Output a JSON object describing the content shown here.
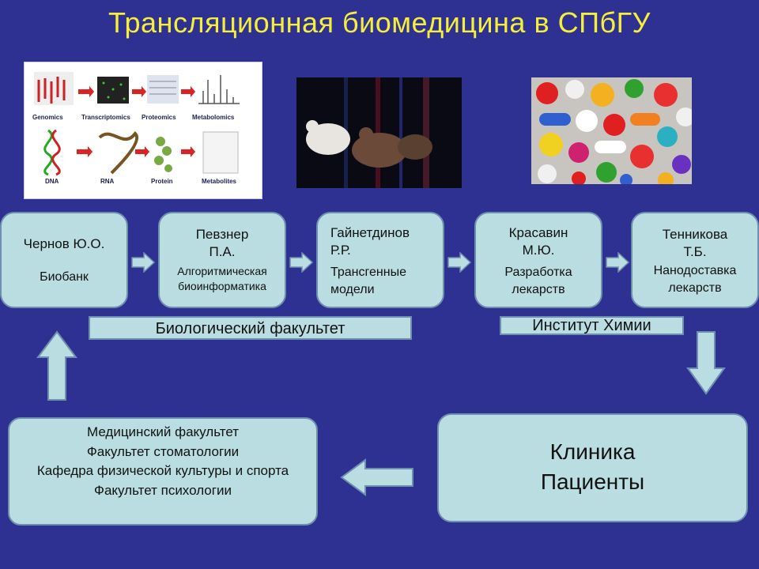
{
  "title": "Трансляционная биомедицина в СПбГУ",
  "omics_image": {
    "labels": [
      "Genomics",
      "Transcriptomics",
      "Proteomics",
      "Metabolomics",
      "DNA",
      "RNA",
      "Protein",
      "Metabolites"
    ]
  },
  "people": [
    {
      "name": "Чернов Ю.О.",
      "role": "Биобанк"
    },
    {
      "name": "Певзнер\nП.А.",
      "role": "Алгоритмическая\nбиоинформатика"
    },
    {
      "name": "Гайнетдинов\nР.Р.",
      "role": "Трансгенные\nмодели"
    },
    {
      "name": "Красавин\nМ.Ю.",
      "role": "Разработка\nлекарств"
    },
    {
      "name": "Тенникова\nТ.Б.",
      "role": "Нанодоставка\nлекарств"
    }
  ],
  "labels": {
    "bio_faculty": "Биологический факультет",
    "chem_institute": "Институт Химии"
  },
  "faculties": [
    "Медицинский факультет",
    "Факультет стоматологии",
    "Кафедра физической культуры и спорта",
    "Факультет психологии"
  ],
  "clinic": {
    "line1": "Клиника",
    "line2": "Пациенты"
  }
}
